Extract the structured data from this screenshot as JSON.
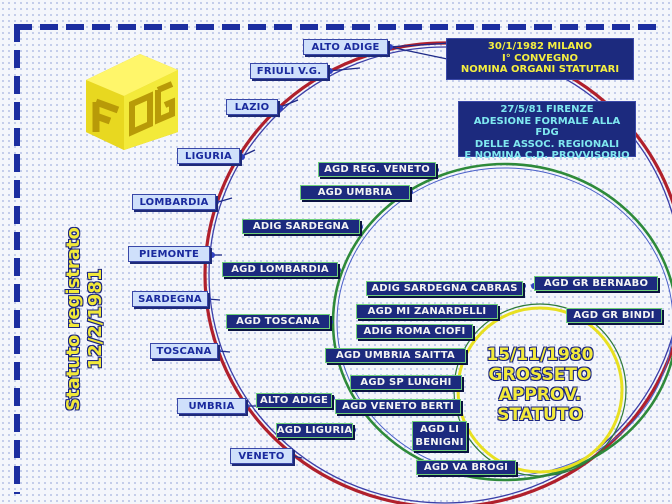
{
  "regions": [
    "ALTO ADIGE",
    "FRIULI V.G.",
    "LAZIO",
    "LIGURIA",
    "LOMBARDIA",
    "PIEMONTE",
    "SARDEGNA",
    "TOSCANA",
    "UMBRIA",
    "VENETO"
  ],
  "associations_outer": [
    "AGD REG. VENETO",
    "AGD UMBRIA",
    "ADIG SARDEGNA",
    "AGD LOMBARDIA",
    "AGD TOSCANA",
    "ALTO ADIGE",
    "AGD LIGURIA"
  ],
  "associations_inner": [
    "ADIG SARDEGNA CABRAS",
    "AGD MI ZANARDELLI",
    "ADIG ROMA CIOFI",
    "AGD UMBRIA SAITTA",
    "AGD SP LUNGHI",
    "AGD VENETO BERTI",
    "AGD LI BENIGNI",
    "AGD VA BROGI"
  ],
  "associations_right": [
    "AGD GR BERNABO",
    "AGD GR BINDI"
  ],
  "note_milano": [
    "30/1/1982 MILANO",
    "I° CONVEGNO",
    "NOMINA ORGANI STATUTARI"
  ],
  "note_firenze": [
    "27/5/81 FIRENZE",
    "ADESIONE FORMALE ALLA FDG",
    "DELLE ASSOC. REGIONALI",
    "E NOMINA C.D. PROVVISORIO"
  ],
  "center_event": [
    "15/11/1980",
    "GROSSETO",
    "APPROV.",
    "STATUTO"
  ],
  "side_caption": [
    "Statuto registrato",
    "12/2/1981"
  ],
  "logo_letters": "FDG",
  "colors": {
    "outer_circle": "#b0202c",
    "middle_circle": "#2e8a3a",
    "inner_circle": "#e8e020",
    "accent_yellow": "#f3ea3a",
    "box_dark": "#1c2a7e",
    "box_light": "#cfe0fb"
  }
}
